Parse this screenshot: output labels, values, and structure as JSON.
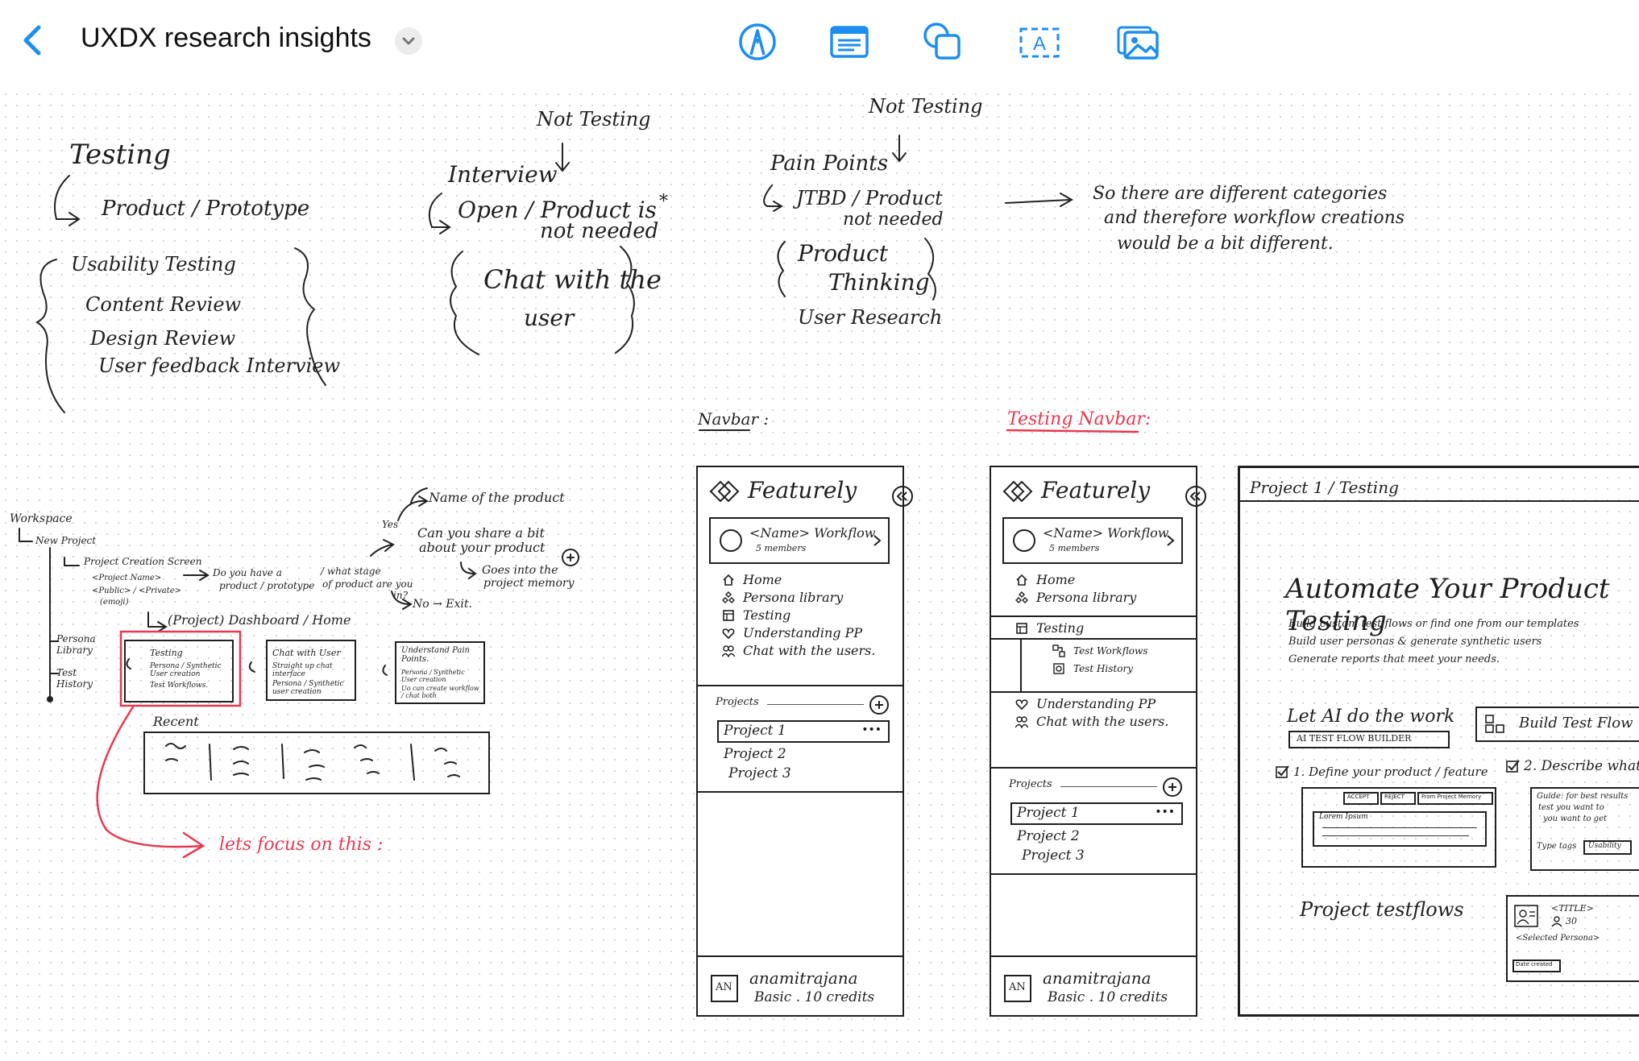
{
  "toolbar": {
    "title": "UXDX research insights",
    "tools": [
      "pen-tool-icon",
      "notes-tool-icon",
      "shapes-tool-icon",
      "text-tool-icon",
      "image-tool-icon"
    ],
    "accent": "#1c8ef0"
  },
  "notes": {
    "testing_heading": "Testing",
    "testing_sub": "Product / Prototype",
    "testing_list": [
      "Usability Testing",
      "Content Review",
      "Design Review",
      "User feedback Interview"
    ],
    "not_testing_1": "Not Testing",
    "interview": "Interview",
    "open_product": "Open / Product is",
    "not_needed_1": "not needed",
    "asterisk": "*",
    "chat_line1": "Chat with the",
    "chat_line2": "user",
    "not_testing_2": "Not Testing",
    "pain_points": "Pain Points",
    "jtbd": "JTBD / Product",
    "not_needed_2": "not needed",
    "product_thinking_1": "Product",
    "product_thinking_2": "Thinking",
    "user_research": "User Research",
    "categories_1": "So there are different categories",
    "categories_2": "and therefore workflow creations",
    "categories_3": "would be a bit different."
  },
  "flow": {
    "workspace": "Workspace",
    "new_project": "New Project",
    "project_creation": "Project Creation Screen",
    "project_name": "<Project Name>",
    "public_private": "<Public> / <Private>",
    "emoji": "(emoji)",
    "question_1a": "Do you have a",
    "question_1b": "product / prototype",
    "question_1c": "/ what stage",
    "question_1d": "of product are you",
    "question_1e": "in?",
    "yes": "Yes",
    "name_product": "Name of the product",
    "share_1": "Can you share a bit",
    "share_2": "about your product",
    "goes_into_1": "Goes into the",
    "goes_into_2": "project memory",
    "no_exit": "No → Exit.",
    "dashboard": "(Project) Dashboard / Home",
    "persona_library": "Persona Library",
    "test_history": "Test History",
    "card_testing_title": "Testing",
    "card_testing_items": [
      "Persona / Synthetic User creation",
      "Test Workflows."
    ],
    "card_chat_title": "Chat with User",
    "card_chat_items": [
      "Straight up chat interface",
      "Persona / Synthetic user creation"
    ],
    "card_pain_title": "Understand Pain Points.",
    "card_pain_items": [
      "Persona / Synthetic User creation",
      "Uo can create workflow / chat both"
    ],
    "recent": "Recent",
    "focus": "lets focus on this :"
  },
  "navbar_label": "Navbar :",
  "testing_navbar_label": "Testing Navbar:",
  "navbar": {
    "brand": "Featurely",
    "workspace_name": "<Name> Workflow",
    "members": "5 members",
    "items": [
      "Home",
      "Persona library",
      "Testing",
      "Understanding PP",
      "Chat with the users."
    ],
    "sub_items": [
      "Test Workflows",
      "Test History"
    ],
    "projects_label": "Projects",
    "projects": [
      "Project 1",
      "Project 2",
      "Project 3"
    ],
    "more": "•••",
    "avatar": "AN",
    "user_name": "anamitrajana",
    "plan": "Basic . 10 credits"
  },
  "page_sketch": {
    "breadcrumb": "Project 1 / Testing",
    "headline": "Automate Your Product Testing",
    "bullets": [
      "Build custom test flows or find one from our templates",
      "Build user personas & generate synthetic users",
      "Generate reports that meet your needs."
    ],
    "let_ai": "Let AI do the work",
    "ai_badge": "AI TEST FLOW BUILDER",
    "build_button": "Build Test Flow",
    "step1": "1. Define your product / feature",
    "step2": "2. Describe what",
    "accept": "ACCEPT",
    "reject": "REJECT",
    "from_memory": "From Project Memory",
    "lorem": "Lorem Ipsum",
    "guide_1": "Guide: for best results",
    "guide_2": "test you want to",
    "guide_3": "you want to get",
    "type_tags": "Type tags",
    "usability_tag": "Usability",
    "project_testflows": "Project testflows",
    "card_title": "<TITLE>",
    "card_count": "30",
    "card_persona": "<Selected Persona>",
    "card_date": "Date created",
    "card_arrow": "→"
  }
}
